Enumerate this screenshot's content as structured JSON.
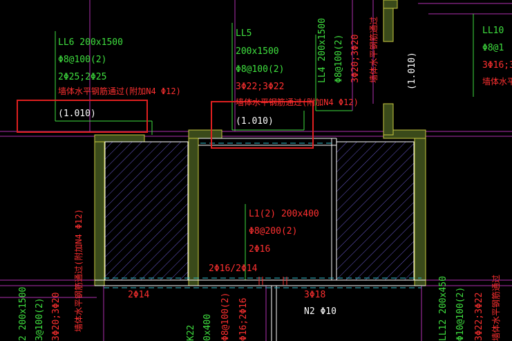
{
  "annotations": {
    "ll6": {
      "line1": "LL6 200x1500",
      "line2": "Φ8@100(2)",
      "line3": "2Φ25;2Φ25",
      "note": "墙体水平钢筋通过(附加N4 Φ12)",
      "elev": "(1.010)"
    },
    "ll5": {
      "line1": "LL5",
      "line2": "200x1500",
      "line3": "Φ8@100(2)",
      "line4": "3Φ22;3Φ22",
      "note": "墙体水平钢筋通过(附加N4 Φ12)",
      "elev": "(1.010)"
    },
    "ll4": {
      "line1": "LL4 200x1500",
      "line2": "Φ8@100(2)",
      "line3": "3Φ20;3Φ20",
      "note": "墙体水平钢筋通过"
    },
    "top_right_elev": "(1.010)",
    "ll10": {
      "line1": "LL10",
      "line2": "Φ8@1",
      "line3": "3Φ16;3",
      "note": "墙体水平"
    },
    "l1": {
      "line1": "L1(2) 200x400",
      "line2": "Φ8@200(2)",
      "line3": "2Φ16",
      "bottom": "2Φ16/2Φ14"
    },
    "left_vertical_note": "墙体水平钢筋通过(附加N4 Φ12)",
    "left_bottom": {
      "line1": "2 200x1500",
      "line2": "3@100(2)",
      "line3": "3Φ20;3Φ20"
    },
    "bottom_2phi14": "2Φ14",
    "bottom_3phi18": "3Φ18",
    "bottom_n2": "N2 Φ10",
    "k22": {
      "line1": "K22",
      "line2": "0x400",
      "line3": "Φ8@100(2)",
      "line4": "Φ16;2Φ16"
    },
    "ll12": {
      "line1": "LL12 200x450",
      "line2": "Φ10@100(2)",
      "line3": "3Φ22;3Φ22",
      "note": "墙体水平钢筋通过"
    },
    "colors": {
      "green": "#3fe03f",
      "red": "#ff3030",
      "white": "#ffffff",
      "magenta": "#c030c0",
      "hatch": "#6a5acd",
      "wall": "#3a4a1a",
      "highlight": "#e02020"
    }
  }
}
